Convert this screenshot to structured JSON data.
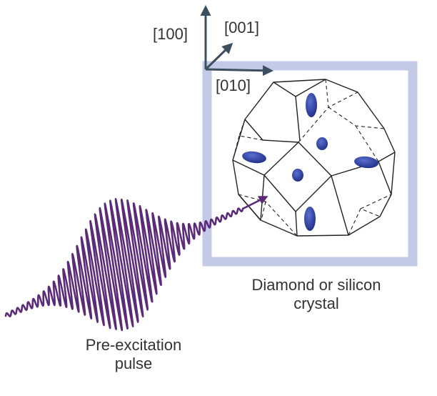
{
  "axes": {
    "x_label": "[100]",
    "y_label": "[001]",
    "z_label": "[010]",
    "color": "#3c4f5e"
  },
  "crystal": {
    "label_line1": "Diamond or silicon",
    "label_line2": "crystal",
    "frame_color": "#c5c9e8",
    "edge_color": "#222222",
    "pocket_color": "#2d3f9e",
    "pocket_highlight": "#5a6fd0"
  },
  "pulse": {
    "label_line1": "Pre-excitation",
    "label_line2": "pulse",
    "color": "#5b2a78"
  }
}
